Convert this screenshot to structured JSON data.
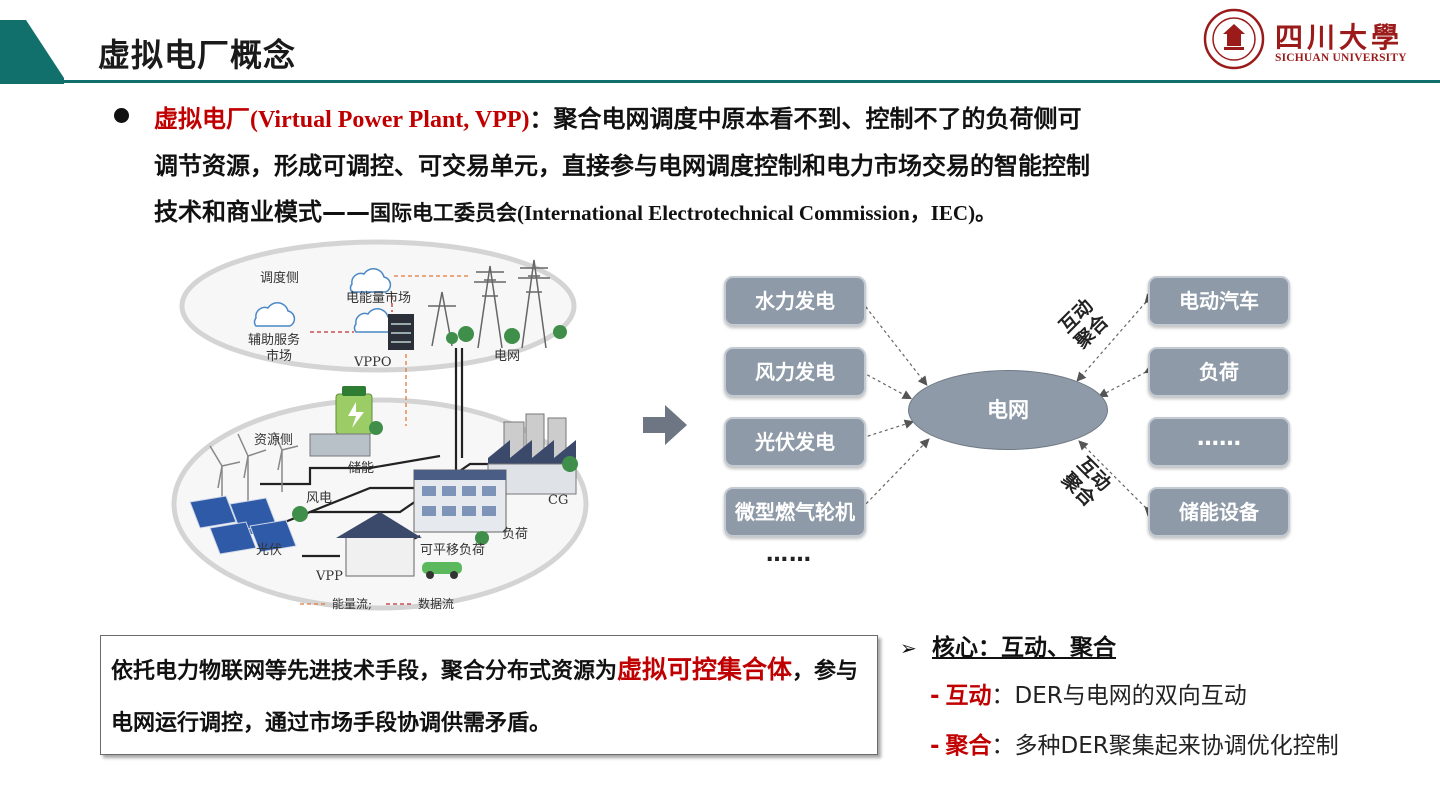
{
  "header": {
    "title": "虚拟电厂概念",
    "university_cn": "四川大學",
    "university_en": "SICHUAN UNIVERSITY"
  },
  "definition": {
    "term": "虚拟电厂",
    "term_en": "(Virtual Power Plant, VPP)",
    "line1_rest": "：聚合电网调度中原本看不到、控制不了的负荷侧可",
    "line2": "调节资源，形成可调控、可交易单元，直接参与电网调度控制和电力市场交易的智能控制",
    "line3_a": "技术和商业模式——",
    "line3_org": "国际电工委员会",
    "line3_src": "(International Electrotechnical Commission，IEC)。"
  },
  "illustration": {
    "dispatch_side": "调度侧",
    "energy_market": "电能量市场",
    "aux_market_1": "辅助服务",
    "aux_market_2": "市场",
    "vppo": "VPPO",
    "grid": "电网",
    "resource_side": "资源侧",
    "storage": "储能",
    "wind": "风电",
    "cg": "CG",
    "load": "负荷",
    "pv": "光伏",
    "shiftable_load": "可平移负荷",
    "vpp": "VPP",
    "legend": "能量流; 数据流",
    "legend_energy": "能量流;",
    "legend_data": "数据流"
  },
  "flow": {
    "left_nodes": [
      "水力发电",
      "风力发电",
      "光伏发电",
      "微型燃气轮机"
    ],
    "left_more": "……",
    "center": "电网",
    "right_nodes": [
      "电动汽车",
      "负荷",
      "……",
      "储能设备"
    ],
    "label_top": [
      "互动",
      "聚合"
    ],
    "label_bottom": [
      "互动",
      "聚合"
    ]
  },
  "summary": {
    "part1": "依托电力物联网等先进技术手段，聚合分布式资源为",
    "highlight": "虚拟可控集合体",
    "part2": "，参与电网运行调控，通过市场手段协调供需矛盾。"
  },
  "core": {
    "marker": "➢",
    "title": "核心：互动、聚合",
    "items": [
      {
        "key": "互动",
        "text": "：DER与电网的双向互动"
      },
      {
        "key": "聚合",
        "text": "：多种DER聚集起来协调优化控制"
      }
    ]
  },
  "colors": {
    "accent": "#11706c",
    "red": "#c00000",
    "box": "#8e9aa7",
    "brand": "#9b1b1b"
  }
}
